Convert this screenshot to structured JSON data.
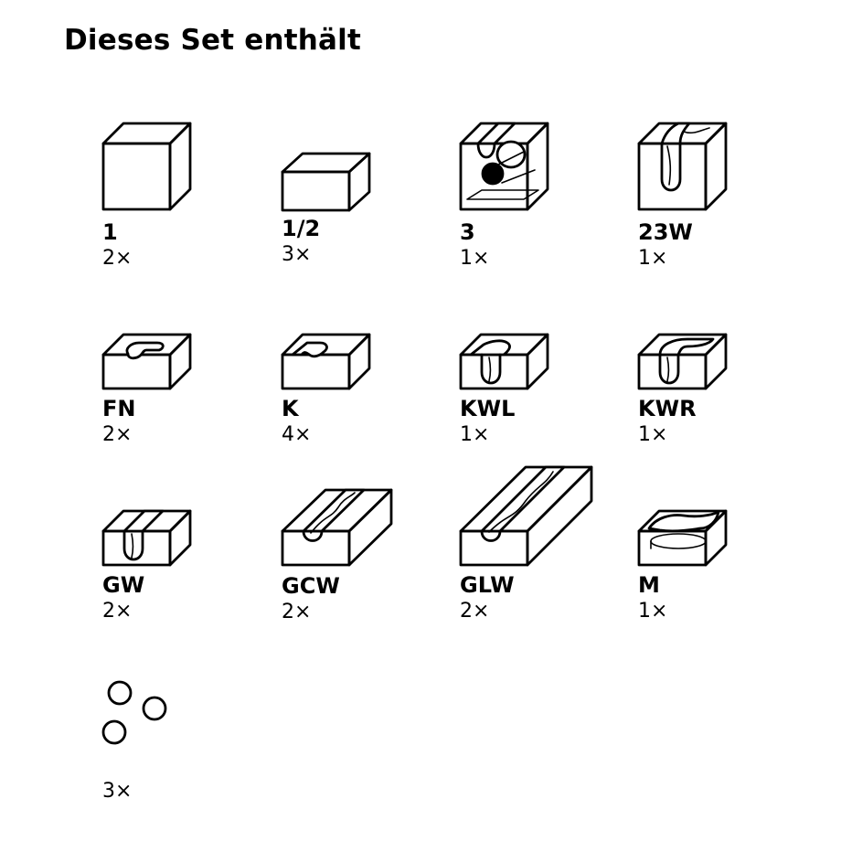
{
  "heading": "Dieses Set enthält",
  "items": [
    {
      "code": "1",
      "qty": "2×",
      "icon": "cube-block-icon"
    },
    {
      "code": "1/2",
      "qty": "3×",
      "icon": "half-block-icon"
    },
    {
      "code": "3",
      "qty": "1×",
      "icon": "block-3-icon"
    },
    {
      "code": "23W",
      "qty": "1×",
      "icon": "block-23w-icon"
    },
    {
      "code": "FN",
      "qty": "2×",
      "icon": "block-fn-icon"
    },
    {
      "code": "K",
      "qty": "4×",
      "icon": "block-k-icon"
    },
    {
      "code": "KWL",
      "qty": "1×",
      "icon": "block-kwl-icon"
    },
    {
      "code": "KWR",
      "qty": "1×",
      "icon": "block-kwr-icon"
    },
    {
      "code": "GW",
      "qty": "2×",
      "icon": "block-gw-icon"
    },
    {
      "code": "GCW",
      "qty": "2×",
      "icon": "block-gcw-icon"
    },
    {
      "code": "GLW",
      "qty": "2×",
      "icon": "block-glw-icon"
    },
    {
      "code": "M",
      "qty": "1×",
      "icon": "block-m-icon"
    },
    {
      "code": "",
      "qty": "3×",
      "icon": "marbles-icon"
    }
  ]
}
